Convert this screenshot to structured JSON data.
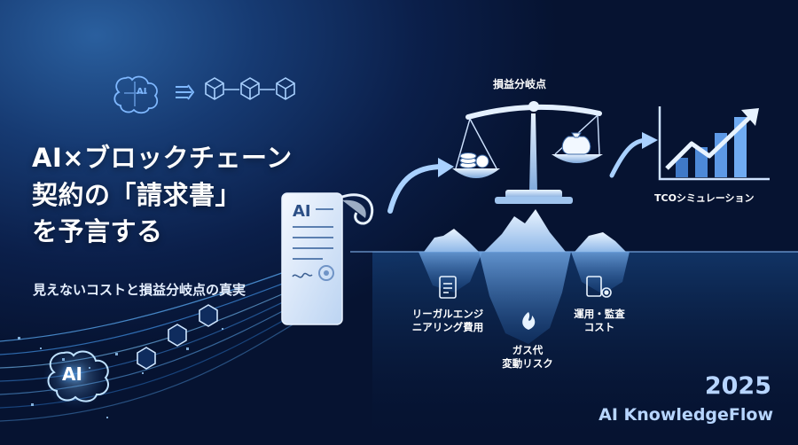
{
  "title": {
    "line1": "AI×ブロックチェーン",
    "line2": "契約の「請求書」",
    "line3": "を予言する"
  },
  "subtitle": "見えないコストと損益分岐点の真実",
  "document_ai_label": "AI",
  "brain_ai_label": "AI",
  "scale_label": "損益分岐点",
  "tco_label": "TCOシミュレーション",
  "legal_cost_label": {
    "line1": "リーガルエンジ",
    "line2": "ニアリング費用"
  },
  "gas_label": {
    "line1": "ガス代",
    "line2": "変動リスク"
  },
  "ops_label": {
    "line1": "運用・監査",
    "line2": "コスト"
  },
  "year": "2025",
  "brand": "AI KnowledgeFlow",
  "icons": [
    "brain-icon",
    "arrows-icon",
    "block-icon",
    "contract-scroll-icon",
    "balance-scale-icon",
    "coin-stack-icon",
    "money-bag-icon",
    "bar-chart-icon",
    "trend-arrow-icon",
    "iceberg-icon",
    "document-icon",
    "flame-icon",
    "gear-icon"
  ],
  "colors": {
    "background": "#0b1f4a",
    "accent": "#7fb8ff",
    "text": "#ffffff",
    "brand": "#b7d5ff"
  }
}
